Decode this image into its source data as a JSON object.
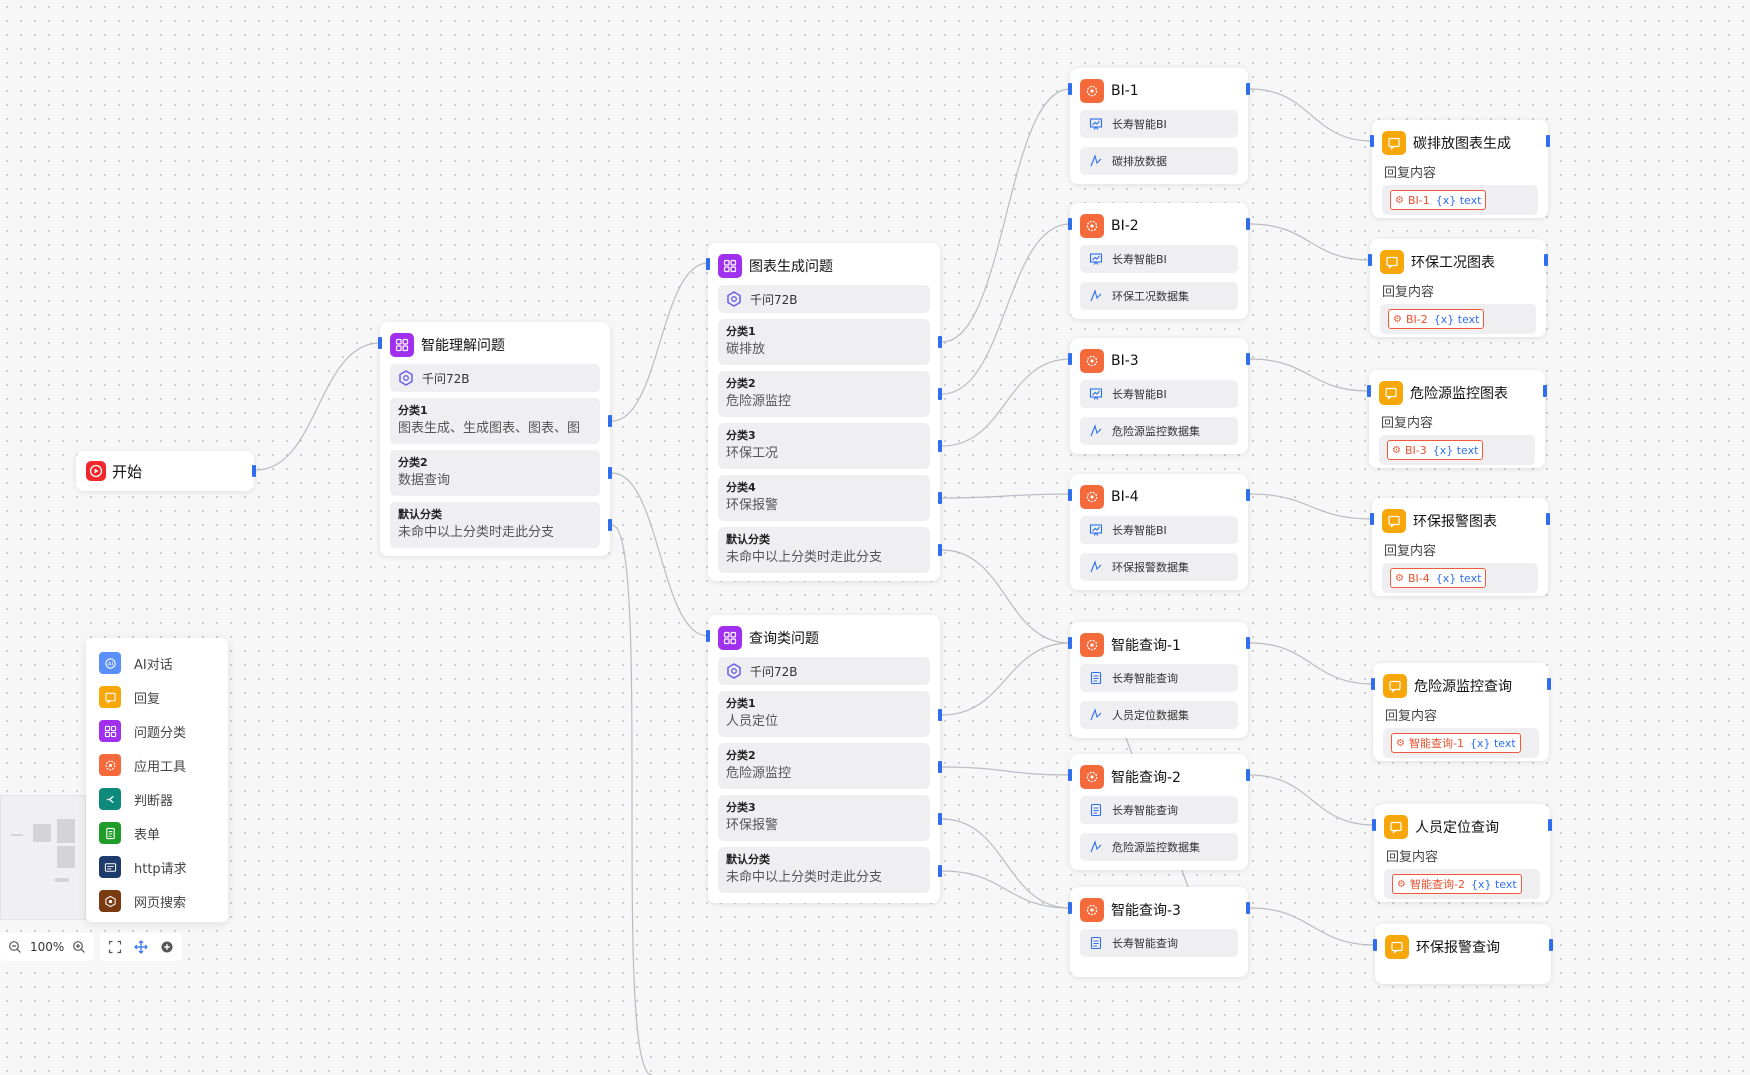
{
  "colors": {
    "start": "#f0272d",
    "classifier": "#a12ff0",
    "tool": "#f56a3a",
    "reply": "#f7a70a",
    "handle": "#2f6fed",
    "edge": "#b9bcc2"
  },
  "nodes": {
    "start": {
      "title": "开始",
      "icon": "play-icon"
    },
    "q1": {
      "title": "智能理解问题",
      "model": "千问72B",
      "cats": [
        {
          "title": "分类1",
          "desc": "图表生成、生成图表、图表、图"
        },
        {
          "title": "分类2",
          "desc": "数据查询"
        },
        {
          "title": "默认分类",
          "desc": "未命中以上分类时走此分支"
        }
      ]
    },
    "q2": {
      "title": "图表生成问题",
      "model": "千问72B",
      "cats": [
        {
          "title": "分类1",
          "desc": "碳排放"
        },
        {
          "title": "分类2",
          "desc": "危险源监控"
        },
        {
          "title": "分类3",
          "desc": "环保工况"
        },
        {
          "title": "分类4",
          "desc": "环保报警"
        },
        {
          "title": "默认分类",
          "desc": "未命中以上分类时走此分支"
        }
      ]
    },
    "q3": {
      "title": "查询类问题",
      "model": "千问72B",
      "cats": [
        {
          "title": "分类1",
          "desc": "人员定位"
        },
        {
          "title": "分类2",
          "desc": "危险源监控"
        },
        {
          "title": "分类3",
          "desc": "环保报警"
        },
        {
          "title": "默认分类",
          "desc": "未命中以上分类时走此分支"
        }
      ]
    },
    "bi1": {
      "title": "BI-1",
      "app": "长寿智能BI",
      "dataset": "碳排放数据"
    },
    "bi2": {
      "title": "BI-2",
      "app": "长寿智能BI",
      "dataset": "环保工况数据集"
    },
    "bi3": {
      "title": "BI-3",
      "app": "长寿智能BI",
      "dataset": "危险源监控数据集"
    },
    "bi4": {
      "title": "BI-4",
      "app": "长寿智能BI",
      "dataset": "环保报警数据集"
    },
    "sq1": {
      "title": "智能查询-1",
      "app": "长寿智能查询",
      "dataset": "人员定位数据集"
    },
    "sq2": {
      "title": "智能查询-2",
      "app": "长寿智能查询",
      "dataset": "危险源监控数据集"
    },
    "sq3": {
      "title": "智能查询-3",
      "app": "长寿智能查询"
    },
    "r1": {
      "title": "碳排放图表生成",
      "label": "回复内容",
      "tag_name": "BI-1",
      "tag_var": "{x} text"
    },
    "r2": {
      "title": "环保工况图表",
      "label": "回复内容",
      "tag_name": "BI-2",
      "tag_var": "{x} text"
    },
    "r3": {
      "title": "危险源监控图表",
      "label": "回复内容",
      "tag_name": "BI-3",
      "tag_var": "{x} text"
    },
    "r4": {
      "title": "环保报警图表",
      "label": "回复内容",
      "tag_name": "BI-4",
      "tag_var": "{x} text"
    },
    "r5": {
      "title": "危险源监控查询",
      "label": "回复内容",
      "tag_name": "智能查询-1",
      "tag_var": "{x} text"
    },
    "r6": {
      "title": "人员定位查询",
      "label": "回复内容",
      "tag_name": "智能查询-2",
      "tag_var": "{x} text"
    },
    "r7": {
      "title": "环保报警查询"
    }
  },
  "palette": [
    {
      "label": "AI对话",
      "icon": "ai-chat-icon",
      "color": "#5b8ff9"
    },
    {
      "label": "回复",
      "icon": "reply-icon",
      "color": "#f7a70a"
    },
    {
      "label": "问题分类",
      "icon": "classify-icon",
      "color": "#a12ff0"
    },
    {
      "label": "应用工具",
      "icon": "tool-icon",
      "color": "#f56a3a"
    },
    {
      "label": "判断器",
      "icon": "branch-icon",
      "color": "#0e8a7a"
    },
    {
      "label": "表单",
      "icon": "form-icon",
      "color": "#1f9d2a"
    },
    {
      "label": "http请求",
      "icon": "http-icon",
      "color": "#1d3b6b"
    },
    {
      "label": "网页搜索",
      "icon": "web-search-icon",
      "color": "#7a3a12"
    }
  ],
  "toolbar": {
    "zoom": "100%"
  }
}
